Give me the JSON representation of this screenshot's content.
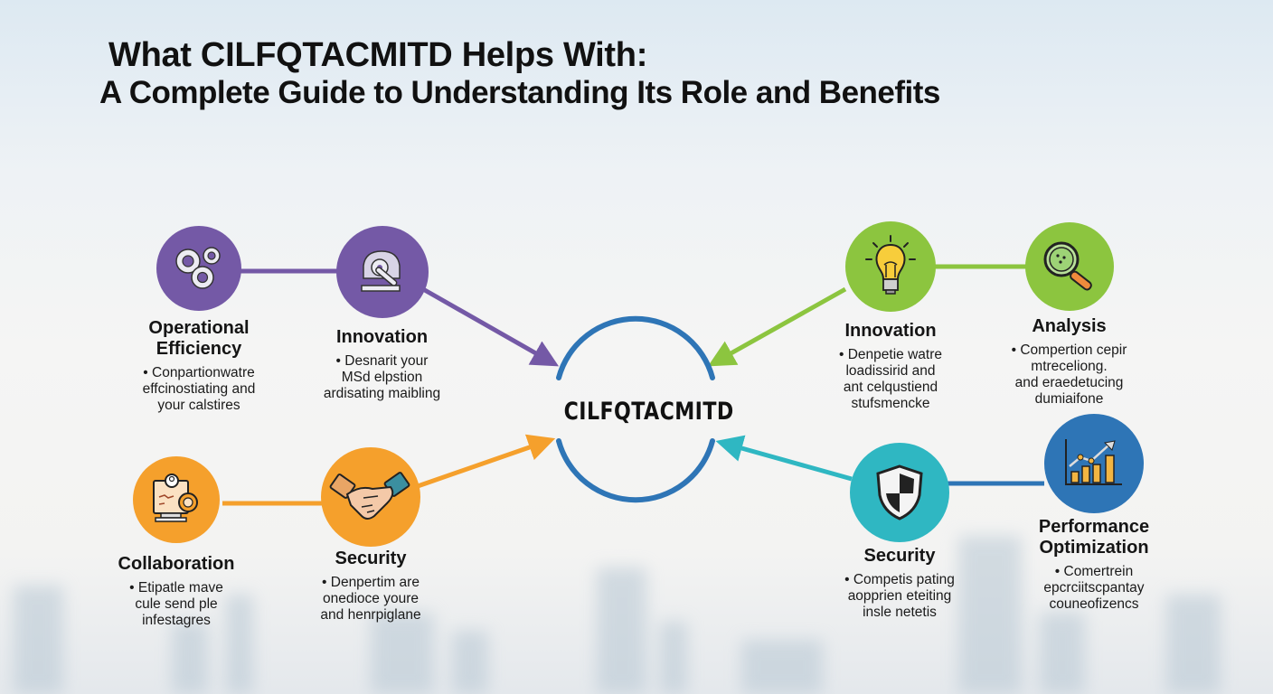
{
  "title": {
    "line1": "What CILFQTACMITD Helps With:",
    "line2": "A Complete Guide to Understanding Its Role and Benefits"
  },
  "center": {
    "label": "CILFQTACMITD",
    "ring_color": "#2e75b6"
  },
  "nodes": [
    {
      "id": "operational-efficiency",
      "label_lines": [
        "Operational",
        "Efficiency"
      ],
      "desc_lines": [
        "• Conpartionwatre",
        "effcinostiating and",
        "your calstires"
      ],
      "icon": "gears-icon",
      "color": "#7459a6"
    },
    {
      "id": "innovation-left",
      "label_lines": [
        "Innovation"
      ],
      "desc_lines": [
        "• Desnarit your",
        "MSd elpstion",
        "ardisating maibling"
      ],
      "icon": "machine-icon",
      "color": "#7459a6"
    },
    {
      "id": "innovation-right",
      "label_lines": [
        "Innovation"
      ],
      "desc_lines": [
        "• Denpetie watre",
        "loadissirid and",
        "ant celqustiend",
        "stufsmencke"
      ],
      "icon": "lightbulb-icon",
      "color": "#8cc53f"
    },
    {
      "id": "analysis",
      "label_lines": [
        "Analysis"
      ],
      "desc_lines": [
        "• Compertion cepir",
        "mtreceliong.",
        "and eraedetucing",
        "dumiaifone"
      ],
      "icon": "magnifier-icon",
      "color": "#8cc53f"
    },
    {
      "id": "collaboration",
      "label_lines": [
        "Collaboration"
      ],
      "desc_lines": [
        "• Etipatle mave",
        "cule send ple",
        "infestagres"
      ],
      "icon": "collaboration-monitor-icon",
      "color": "#f5a02c"
    },
    {
      "id": "security-left",
      "label_lines": [
        "Security"
      ],
      "desc_lines": [
        "• Denpertim are",
        "onedioce youre",
        "and henrpiglane"
      ],
      "icon": "handshake-icon",
      "color": "#f5a02c"
    },
    {
      "id": "security-right",
      "label_lines": [
        "Security"
      ],
      "desc_lines": [
        "• Competis pating",
        "aopprien eteiting",
        "insle netetis"
      ],
      "icon": "shield-icon",
      "color": "#2fb7c2"
    },
    {
      "id": "performance-optimization",
      "label_lines": [
        "Performance",
        "Optimization"
      ],
      "desc_lines": [
        "• Comertrein",
        "epcrciitscpantay",
        "couneofizencs"
      ],
      "icon": "growth-chart-icon",
      "color": "#2e75b6"
    }
  ],
  "connectors": {
    "purple": "#7459a6",
    "green": "#8cc53f",
    "orange": "#f5a02c",
    "teal": "#2fb7c2"
  }
}
